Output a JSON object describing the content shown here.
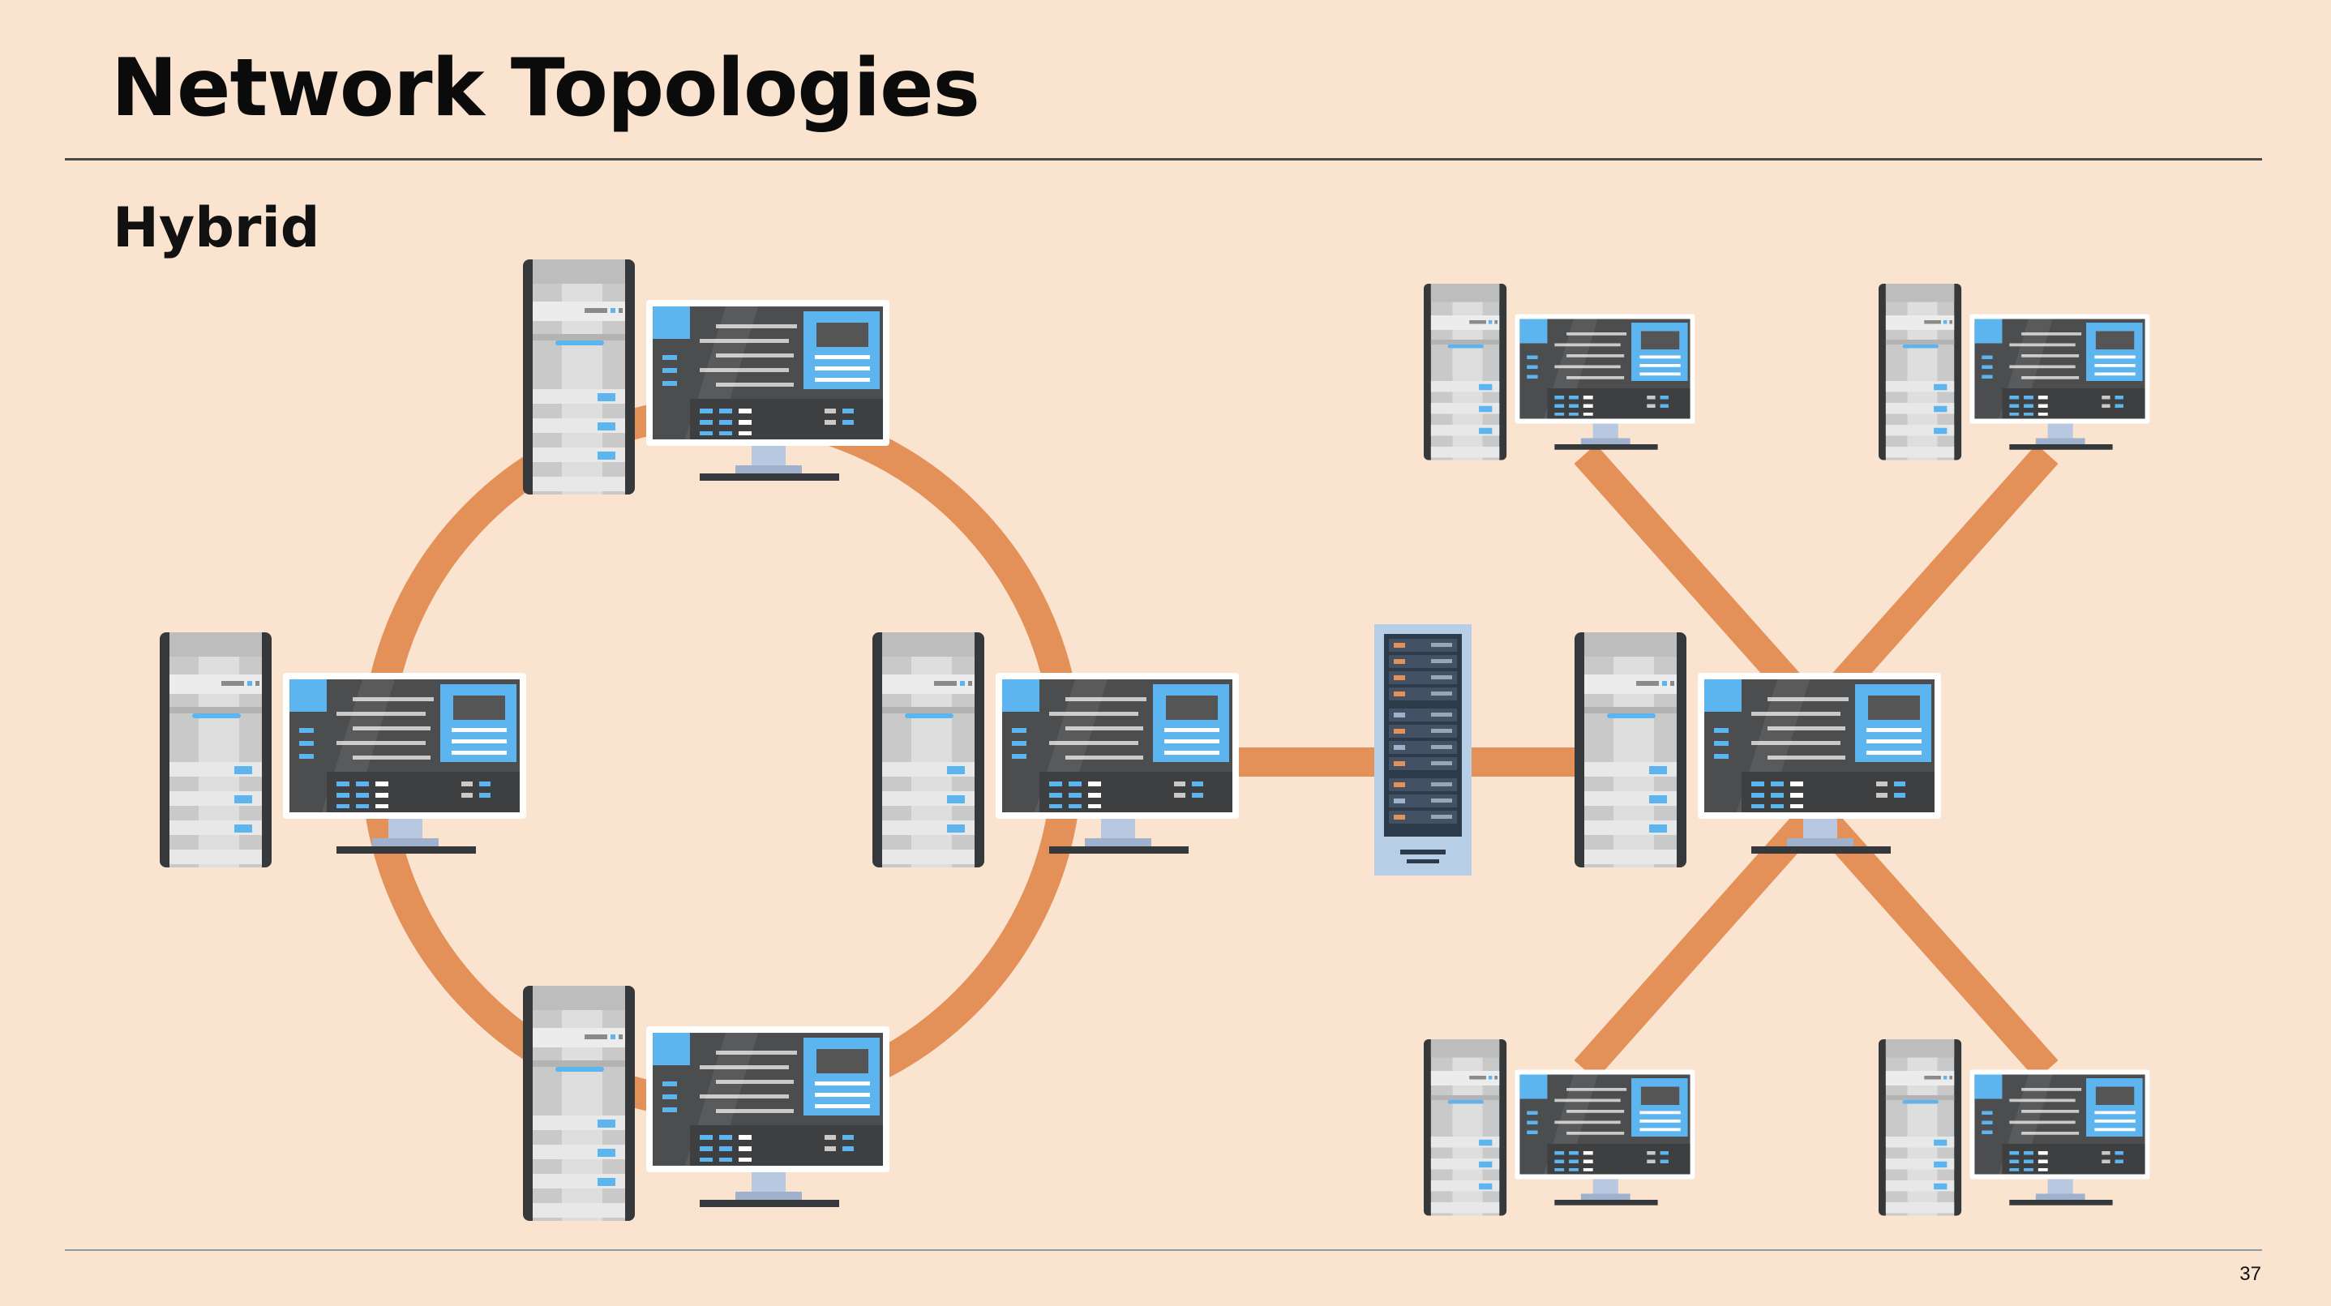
{
  "slide": {
    "title": "Network Topologies",
    "subtitle": "Hybrid",
    "page_number": "37"
  },
  "colors": {
    "background": "#fae3cf",
    "link": "#e39158",
    "tower_dark": "#35393c",
    "tower_light": "#d9d9d9",
    "monitor_frame": "#ffffff",
    "screen_dark": "#4a4a4a",
    "screen_accent": "#5db5f0",
    "server_rack": "#b7cfe6"
  },
  "diagram": {
    "icons": [
      {
        "type": "workstation",
        "group": "ring",
        "name": "ring-node-top"
      },
      {
        "type": "workstation",
        "group": "ring",
        "name": "ring-node-left"
      },
      {
        "type": "workstation",
        "group": "ring",
        "name": "ring-node-right"
      },
      {
        "type": "workstation",
        "group": "ring",
        "name": "ring-node-bottom"
      },
      {
        "type": "server",
        "group": "bridge",
        "name": "central-server"
      },
      {
        "type": "workstation",
        "group": "star",
        "name": "star-hub"
      },
      {
        "type": "workstation",
        "group": "star",
        "name": "star-node-top-left"
      },
      {
        "type": "workstation",
        "group": "star",
        "name": "star-node-top-right"
      },
      {
        "type": "workstation",
        "group": "star",
        "name": "star-node-bottom-left"
      },
      {
        "type": "workstation",
        "group": "star",
        "name": "star-node-bottom-right"
      }
    ]
  }
}
